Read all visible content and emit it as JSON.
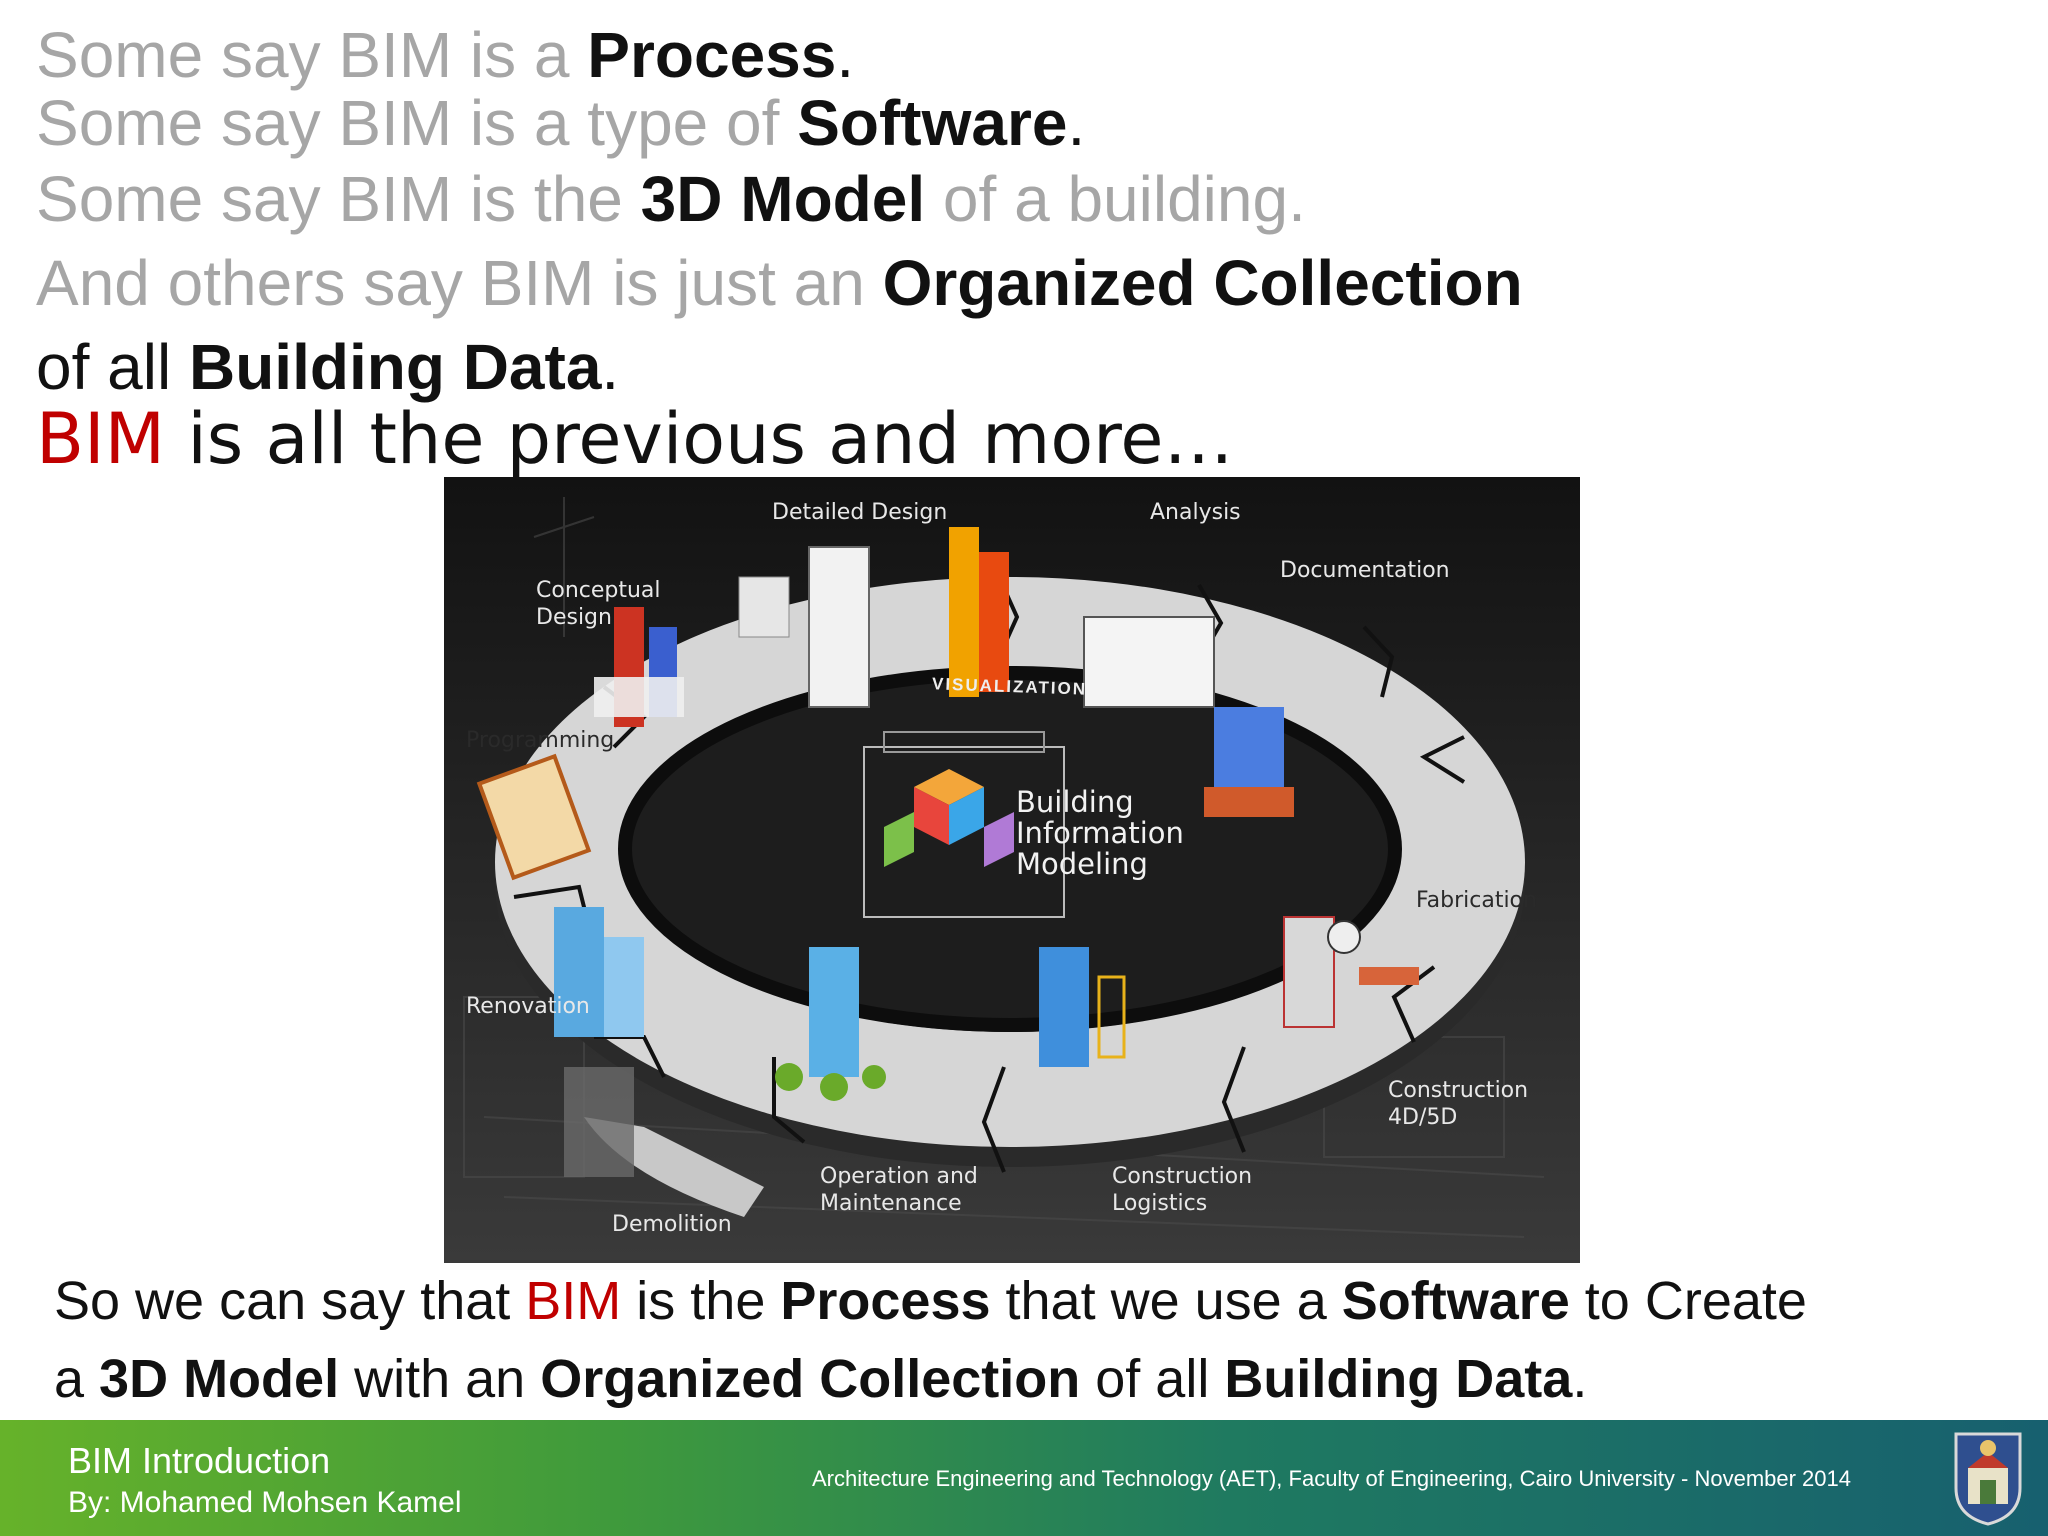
{
  "statements": {
    "line1": {
      "pre": "Some say BIM is a ",
      "bold": "Process",
      "post": "."
    },
    "line2": {
      "pre": "Some say BIM is a type of ",
      "bold": "Software",
      "post": "."
    },
    "line3": {
      "pre": "Some say BIM is the ",
      "bold": "3D Model",
      "post": " of a building."
    },
    "line4": {
      "pre": "And others say BIM is just an ",
      "bold": "Organized Collection"
    },
    "line5": {
      "pre": "of all ",
      "bold": "Building Data",
      "post": "."
    },
    "line6": {
      "red": "BIM",
      "post": " is all the previous and more…"
    }
  },
  "diagram": {
    "stages": {
      "detailed_design": "Detailed Design",
      "analysis": "Analysis",
      "documentation": "Documentation",
      "conceptual_design_1": "Conceptual",
      "conceptual_design_2": "Design",
      "programming": "Programming",
      "fabrication": "Fabrication",
      "renovation": "Renovation",
      "construction_4d5d_1": "Construction",
      "construction_4d5d_2": "4D/5D",
      "operation_1": "Operation and",
      "operation_2": "Maintenance",
      "logistics_1": "Construction",
      "logistics_2": "Logistics",
      "demolition": "Demolition"
    },
    "visualization": "VISUALIZATION",
    "center": {
      "l1": "Building",
      "l2": "Information",
      "l3": "Modeling"
    }
  },
  "summary": {
    "s1": {
      "a": "So we can say that ",
      "red": "BIM",
      "b": " is the ",
      "bold1": "Process",
      "c": " that we use a ",
      "bold2": "Software",
      "d": " to Create"
    },
    "s2": {
      "a": "a ",
      "bold1": "3D Model",
      "b": " with an ",
      "bold2": "Organized Collection",
      "c": " of all ",
      "bold3": "Building Data",
      "d": "."
    }
  },
  "footer": {
    "title": "BIM Introduction",
    "author": "By: Mohamed Mohsen Kamel",
    "affiliation": "Architecture Engineering and Technology (AET), Faculty of Engineering, Cairo University - November 2014"
  },
  "colors": {
    "accent_red": "#c00000",
    "footer_start": "#66b22a",
    "footer_end": "#17606f"
  }
}
